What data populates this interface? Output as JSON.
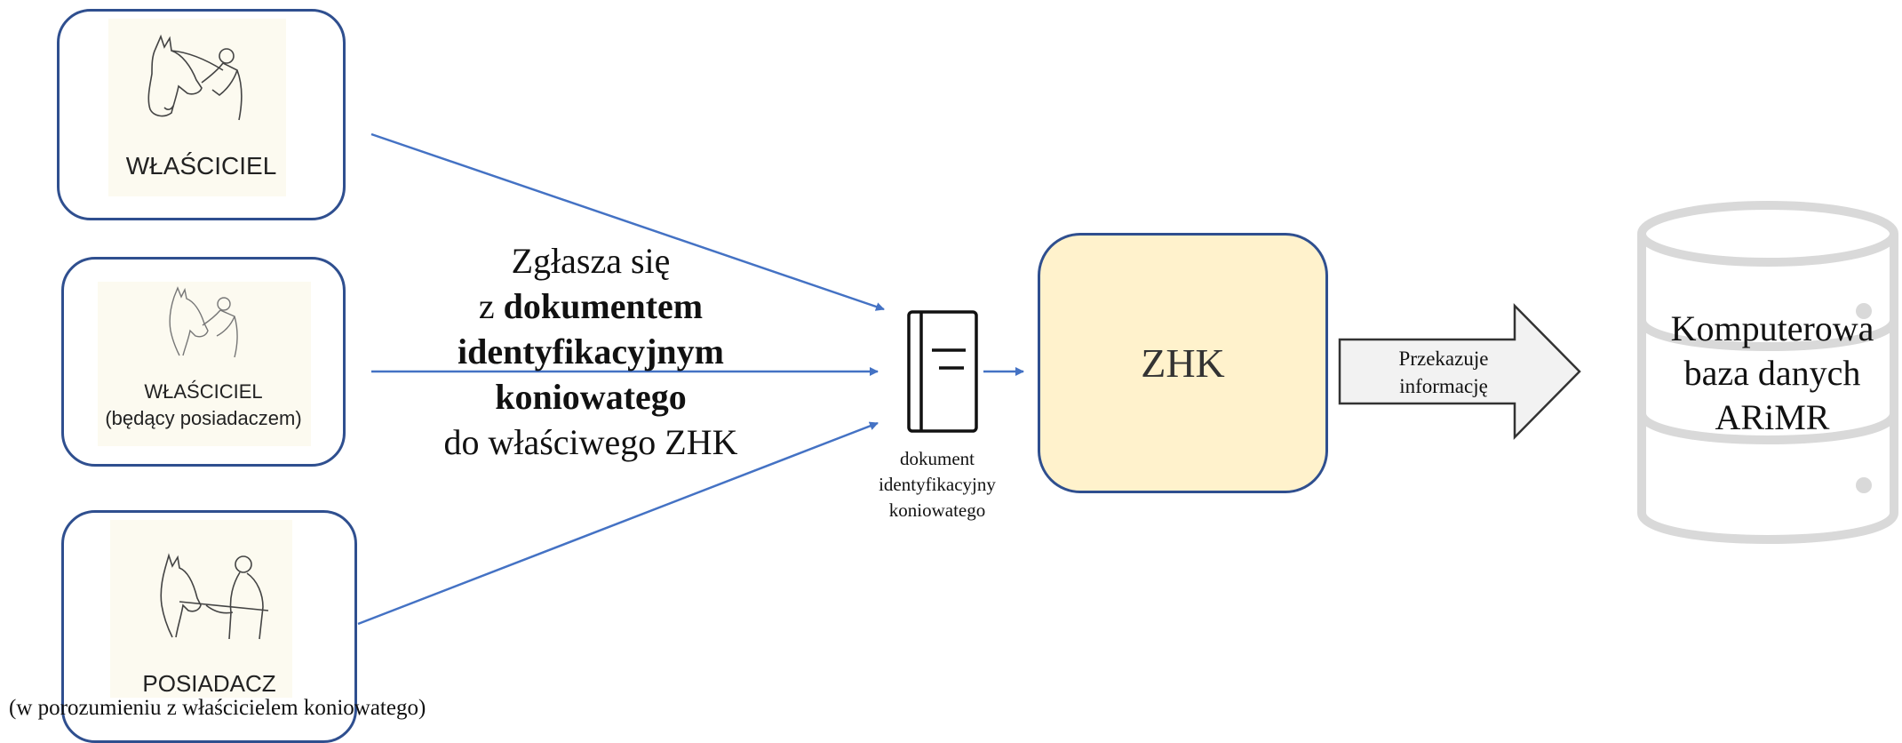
{
  "actors": [
    {
      "label": "WŁAŚCICIEL",
      "sublabel": ""
    },
    {
      "label": "WŁAŚCICIEL",
      "sublabel": "(będący posiadaczem)"
    },
    {
      "label": "POSIADACZ",
      "sublabel": ""
    }
  ],
  "footnote": "(w porozumieniu z właścicielem koniowatego)",
  "center_text": {
    "line1": "Zgłasza się",
    "line2_prefix": "z ",
    "line2_bold": "dokumentem",
    "line3_bold": "identyfikacyjnym",
    "line4_bold": "koniowatego",
    "line5": "do właściwego ZHK"
  },
  "document": {
    "caption_line1": "dokument",
    "caption_line2": "identyfikacyjny",
    "caption_line3": "koniowatego",
    "icon": "book-icon"
  },
  "zhk": {
    "label": "ZHK"
  },
  "transfer_arrow": {
    "line1": "Przekazuje",
    "line2": "informację"
  },
  "database": {
    "line1": "Komputerowa",
    "line2": "baza danych",
    "line3": "ARiMR",
    "icon": "database-icon"
  },
  "colors": {
    "border": "#2f4f8f",
    "arrow": "#4472c4",
    "zhk_fill": "#fff2cc",
    "db_gray": "#d9d9d9",
    "transfer_fill": "#f2f2f2"
  }
}
